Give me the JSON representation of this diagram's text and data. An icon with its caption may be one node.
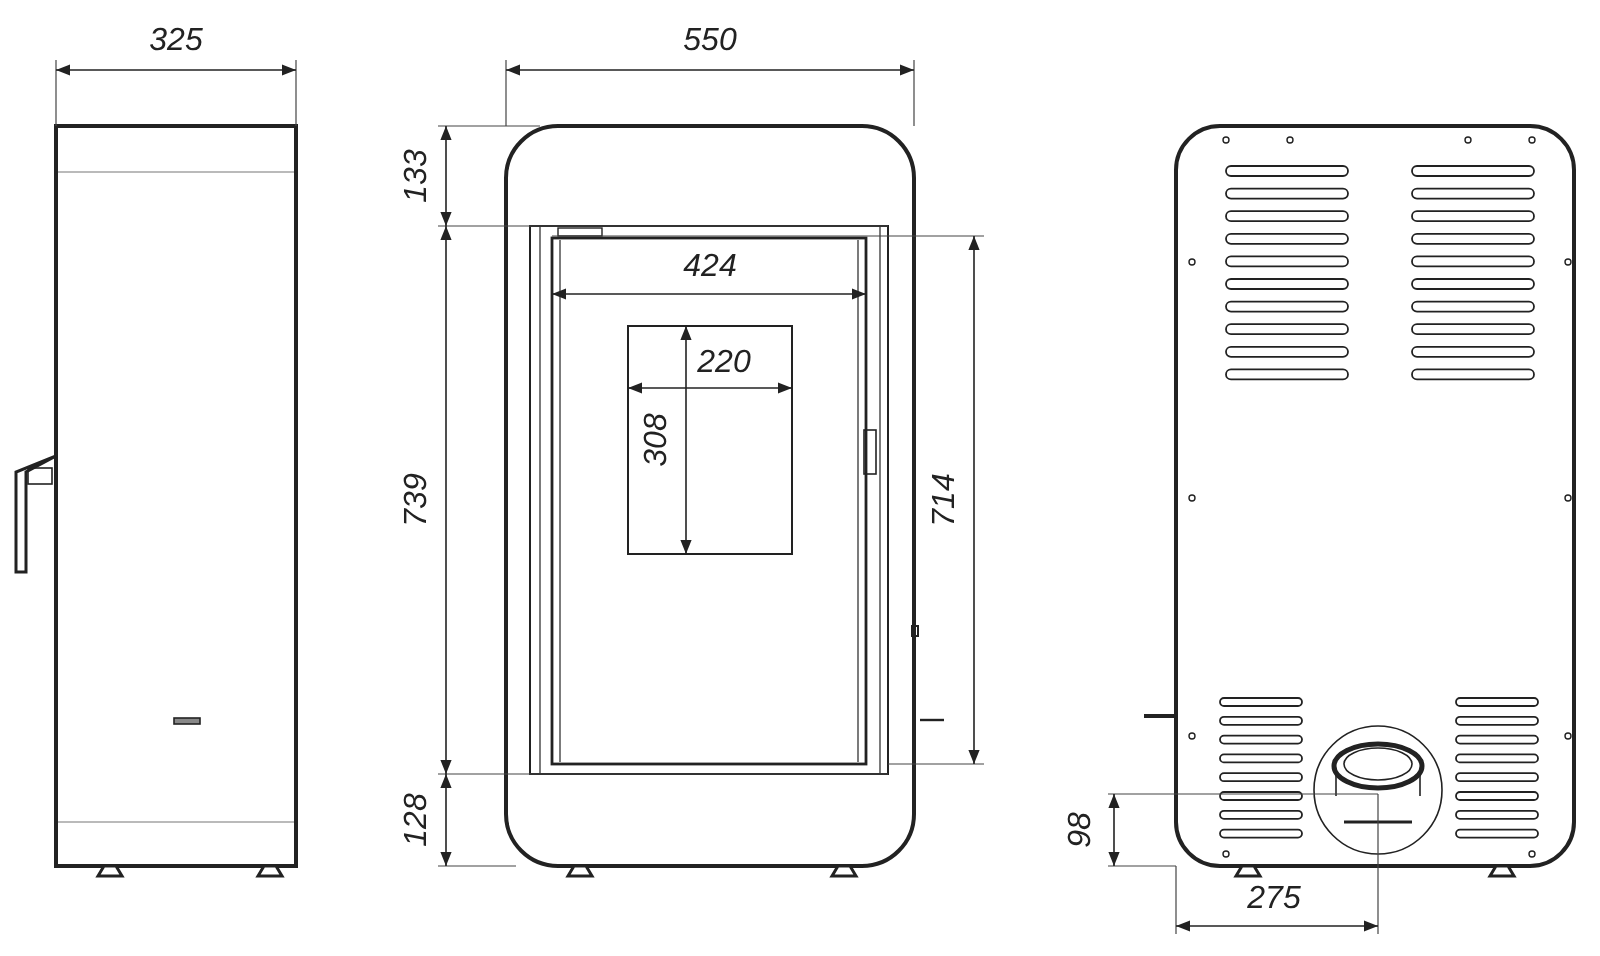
{
  "diagram": {
    "labels": [
      "325",
      "550",
      "133",
      "424",
      "220",
      "308",
      "739",
      "714",
      "128",
      "98",
      "275"
    ]
  }
}
